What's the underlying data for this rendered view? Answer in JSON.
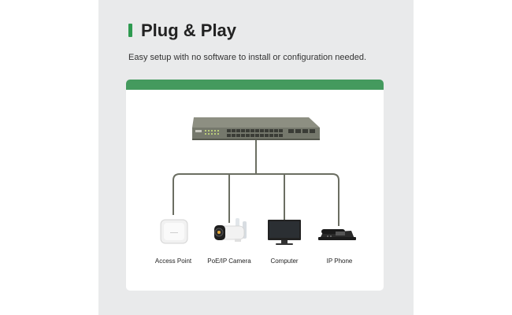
{
  "header": {
    "title": "Plug & Play",
    "subtitle": "Easy setup with no software to install or configuration needed."
  },
  "colors": {
    "accent": "#2e9a50",
    "card_header": "#449a5e",
    "panel_background": "#e9eaeb",
    "cable": "#6b6e62"
  },
  "devices": [
    {
      "label": "Access Point",
      "icon": "access-point-icon"
    },
    {
      "label": "PoE/IP Camera",
      "icon": "camera-icon"
    },
    {
      "label": "Computer",
      "icon": "computer-icon"
    },
    {
      "label": "IP Phone",
      "icon": "ip-phone-icon"
    }
  ]
}
